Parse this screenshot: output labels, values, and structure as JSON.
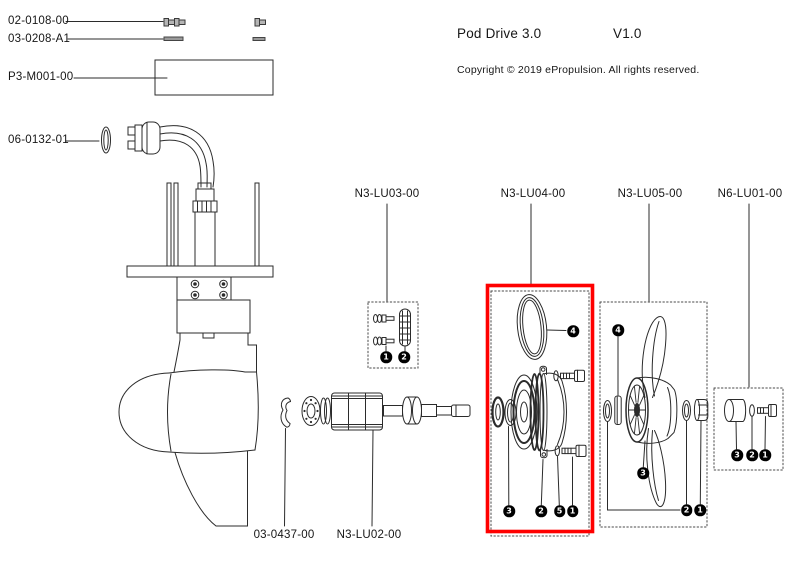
{
  "header": {
    "product_name": "Pod Drive 3.0",
    "version": "V1.0",
    "copyright": "Copyright © 2019 ePropulsion. All rights reserved."
  },
  "part_labels": {
    "screws_top": "02-0108-00",
    "plates_top": "03-0208-A1",
    "board": "P3-M001-00",
    "connector_oring": "06-0132-01",
    "group_lu03": "N3-LU03-00",
    "group_lu04": "N3-LU04-00",
    "group_lu05": "N3-LU05-00",
    "group_lu01": "N6-LU01-00",
    "circlip": "03-0437-00",
    "rotor": "N3-LU02-00"
  },
  "callouts": {
    "lu03_screw": "1",
    "lu03_pin": "2",
    "lu04_seal_ring": "4",
    "lu04_bearing": "3",
    "lu04_end_cap": "2",
    "lu04_washer": "5",
    "lu04_screw": "1",
    "lu05_shear_pin": "4",
    "lu05_propeller": "3",
    "lu05_washer": "2",
    "lu05_nut": "1",
    "lu01_anode": "3",
    "lu01_washer": "2",
    "lu01_screw": "1"
  },
  "highlight": {
    "highlighted_group": "N3-LU04-00"
  },
  "colors": {
    "background": "#ffffff",
    "line": "#2b2b2b",
    "dashed_box": "#4a4a4a",
    "highlight": "#ff0000",
    "callout_bg": "#000000",
    "callout_text": "#ffffff"
  }
}
